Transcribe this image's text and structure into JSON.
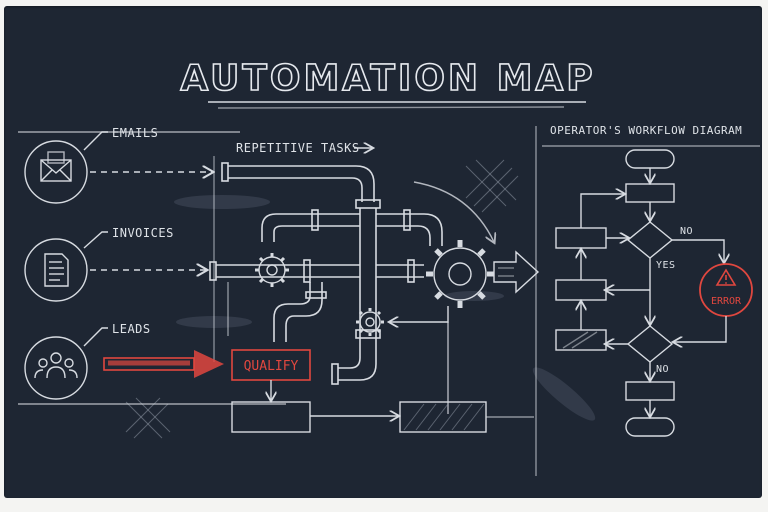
{
  "title": "AUTOMATION MAP",
  "labels": {
    "emails": "EMAILS",
    "invoices": "INVOICES",
    "leads": "LEADS",
    "repetitive_tasks": "REPETITIVE TASKS",
    "qualify": "QUALIFY"
  },
  "workflow": {
    "title": "OPERATOR'S WORKFLOW DIAGRAM",
    "no_1": "NO",
    "yes": "YES",
    "error": "ERROR",
    "no_2": "NO"
  },
  "icons": [
    "envelope-icon",
    "document-icon",
    "people-icon",
    "gear-icon",
    "warning-icon"
  ],
  "colors": {
    "board": "#1e2633",
    "chalk": "#dfe3e8",
    "accent_red": "#e0473f"
  }
}
